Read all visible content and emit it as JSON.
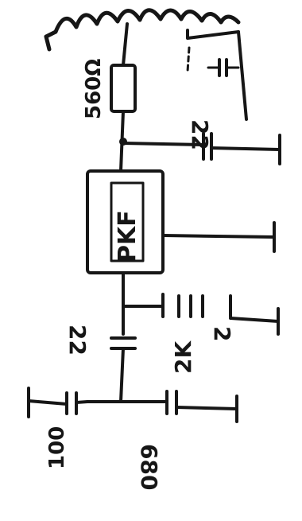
{
  "components": {
    "inductor": {
      "label": ""
    },
    "resistor": {
      "label": "560Ω"
    },
    "cap_top_right": {
      "label": ""
    },
    "cap_22_top": {
      "label": "22"
    },
    "filter_block": {
      "label": "PKF"
    },
    "cap_2_mid": {
      "label": "2"
    },
    "resistor_2k": {
      "label": "2K"
    },
    "cap_22_left": {
      "label": "22"
    },
    "cap_100": {
      "label": "100"
    },
    "cap_680": {
      "label": "680"
    }
  }
}
